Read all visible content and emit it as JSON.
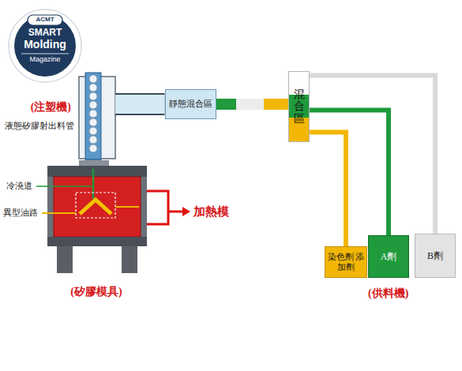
{
  "diagram": {
    "nodes": [
      {
        "text": [
          "(注塑機)"
        ]
      },
      {
        "text": [
          "靜態混合區"
        ]
      },
      {
        "text": [
          "混合區"
        ]
      },
      {
        "text": [
          "(矽膠模具)"
        ]
      },
      {
        "text": [
          "染色劑 添加劑"
        ]
      },
      {
        "text": [
          "A劑"
        ]
      },
      {
        "text": [
          "B劑"
        ]
      }
    ],
    "edges": [
      {
        "from": 1,
        "to": 0,
        "arrow": "none"
      },
      {
        "from": 2,
        "to": 1,
        "arrow": "none"
      },
      {
        "from": 4,
        "to": 2,
        "arrow": "none"
      },
      {
        "from": 5,
        "to": 2,
        "arrow": "none"
      },
      {
        "from": 6,
        "to": 2,
        "arrow": "none"
      }
    ],
    "labels": [
      "ACMT",
      "SMART",
      "Molding",
      "Magazine",
      "液態矽膠射出料管",
      "冷澆道",
      "異型油路",
      "加熱模",
      "(供料機)"
    ]
  }
}
